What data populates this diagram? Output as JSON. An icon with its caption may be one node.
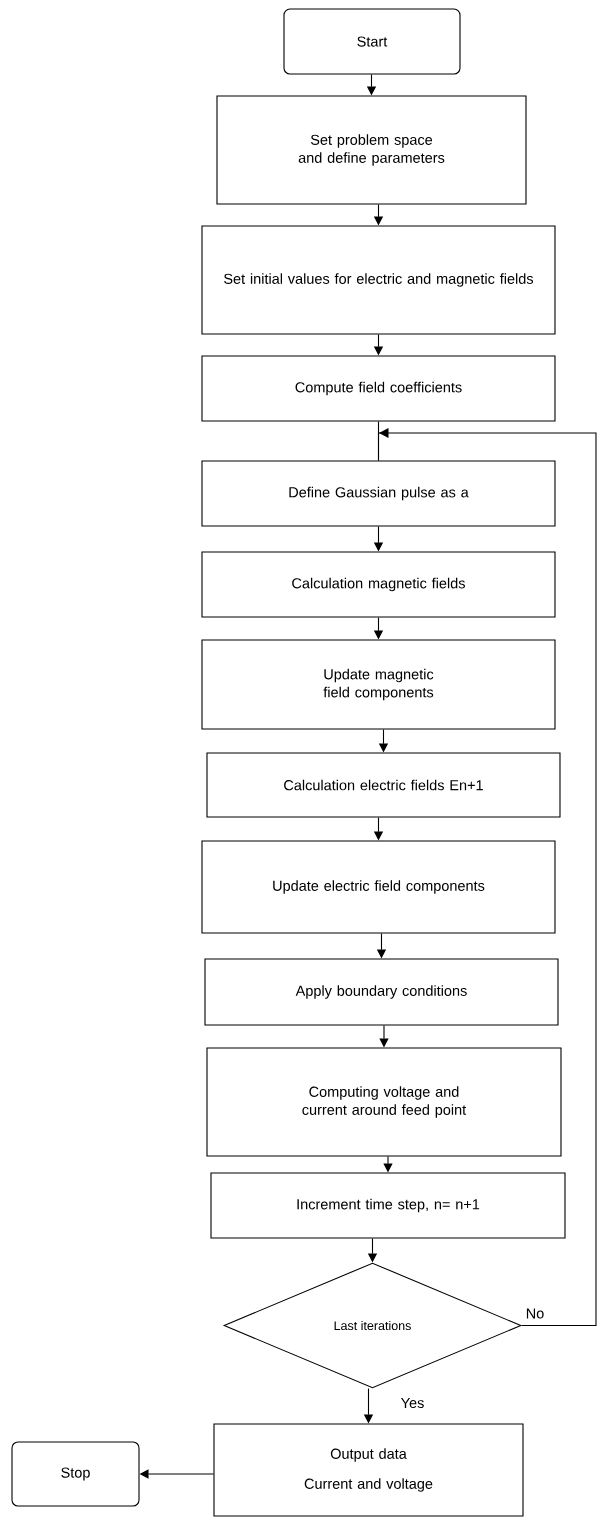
{
  "diagram": {
    "nodes": [
      {
        "text": [
          "Start"
        ]
      },
      {
        "text": [
          "Set problem space and define parameters"
        ]
      },
      {
        "text": [
          "Set initial values for electric and magnetic fields"
        ]
      },
      {
        "text": [
          "Compute field coefficients"
        ]
      },
      {
        "text": [
          "Define Gaussian pulse as a"
        ]
      },
      {
        "text": [
          "Calculation magnetic fields"
        ]
      },
      {
        "text": [
          "Update magnetic field components"
        ]
      },
      {
        "text": [
          "Calculation electric fields En+1"
        ]
      },
      {
        "text": [
          "Update electric field components"
        ]
      },
      {
        "text": [
          "Apply boundary conditions"
        ]
      },
      {
        "text": [
          "Computing voltage and current around feed point"
        ]
      },
      {
        "text": [
          "Increment time step, n= n+1"
        ]
      },
      {
        "text": [
          "Last iterations"
        ]
      },
      {
        "text": [
          "Output data",
          "Current and voltage"
        ]
      },
      {
        "text": [
          "Stop"
        ]
      }
    ],
    "edges": [
      {
        "from": 0,
        "to": 1,
        "arrow": "to"
      },
      {
        "from": 1,
        "to": 2,
        "arrow": "to"
      },
      {
        "from": 2,
        "to": 3,
        "arrow": "to"
      },
      {
        "from": 3,
        "to": 4,
        "arrow": "none"
      },
      {
        "from": 4,
        "to": 5,
        "arrow": "to"
      },
      {
        "from": 5,
        "to": 6,
        "arrow": "to"
      },
      {
        "from": 6,
        "to": 7,
        "arrow": "to"
      },
      {
        "from": 7,
        "to": 8,
        "arrow": "to"
      },
      {
        "from": 8,
        "to": 9,
        "arrow": "to"
      },
      {
        "from": 9,
        "to": 10,
        "arrow": "to"
      },
      {
        "from": 10,
        "to": 11,
        "arrow": "to"
      },
      {
        "from": 11,
        "to": 12,
        "arrow": "to"
      },
      {
        "from": 12,
        "to": 13,
        "label": "Yes",
        "arrow": "to"
      },
      {
        "from": 13,
        "to": 14,
        "arrow": "to"
      },
      {
        "from": 12,
        "to": 4,
        "label": "No",
        "arrow": "to"
      }
    ]
  }
}
